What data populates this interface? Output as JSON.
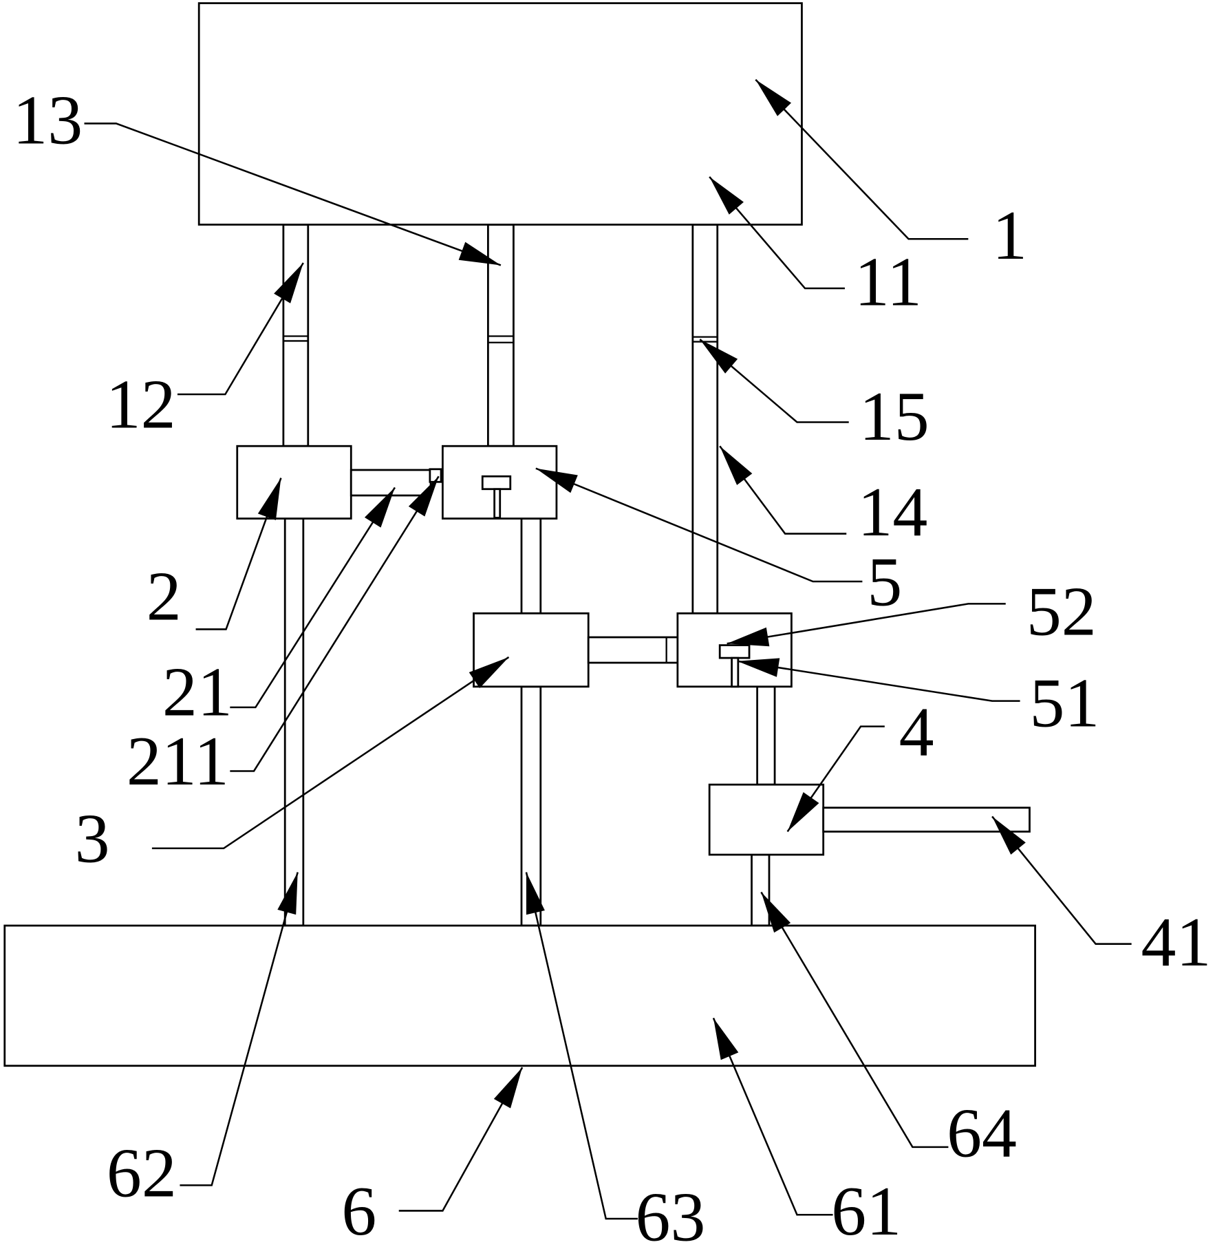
{
  "callouts": {
    "n1": "1",
    "n11": "11",
    "n12": "12",
    "n13": "13",
    "n14": "14",
    "n15": "15",
    "n2": "2",
    "n21": "21",
    "n211": "211",
    "n3": "3",
    "n4": "4",
    "n41": "41",
    "n5": "5",
    "n51": "51",
    "n52": "52",
    "n6": "6",
    "n61": "61",
    "n62": "62",
    "n63": "63",
    "n64": "64"
  },
  "colors": {
    "line": "#000000",
    "background": "#ffffff"
  }
}
